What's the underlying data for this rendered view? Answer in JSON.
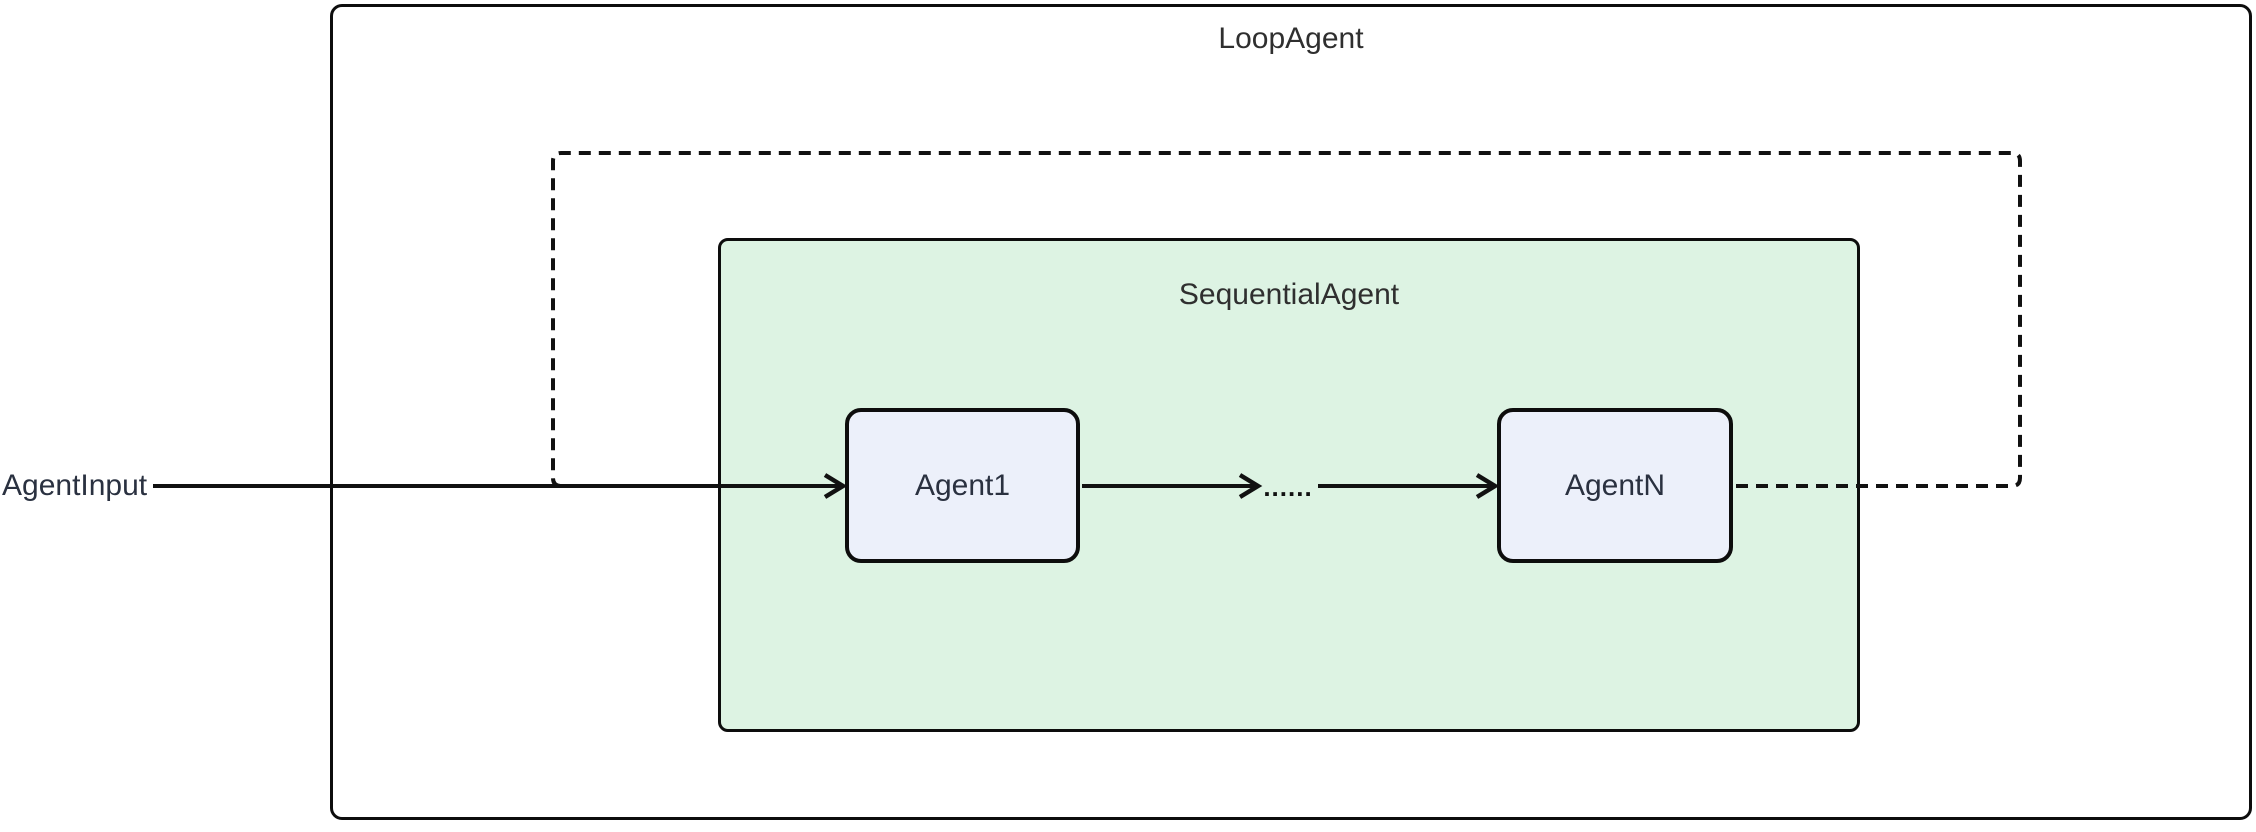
{
  "loop_agent": {
    "label": "LoopAgent"
  },
  "sequential_agent": {
    "label": "SequentialAgent"
  },
  "nodes": [
    {
      "label": "Agent1"
    },
    {
      "label": "AgentN"
    }
  ],
  "input": {
    "label": "AgentInput"
  },
  "edges": {
    "dots_label": "......"
  },
  "colors": {
    "cluster_fill": "#ddf3e3",
    "node_fill": "#ecf0fa",
    "border_color": "#0d0d0d",
    "line_color": "#111111",
    "label_text": "#2f2f2f",
    "node_text": "#2a3140",
    "canvas_bg": "#ffffff"
  }
}
